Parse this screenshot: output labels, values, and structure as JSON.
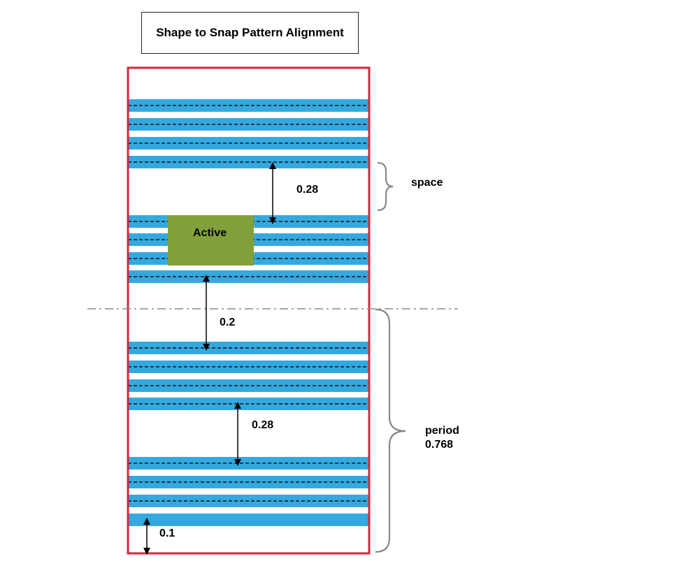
{
  "title": "Shape to Snap Pattern Alignment",
  "labels": {
    "active": "Active",
    "space": "space",
    "period": "period",
    "period_value": "0.768",
    "dim_top_gap": "0.28",
    "dim_active_gap": "0.2",
    "dim_lower_gap": "0.28",
    "dim_bottom": "0.1"
  },
  "colors": {
    "boundary": "#d0283c",
    "track": "#34a9df",
    "active": "#82a03a",
    "dashed_center": "#111111",
    "brace": "#888888",
    "axis_line": "#8a8a8a"
  }
}
